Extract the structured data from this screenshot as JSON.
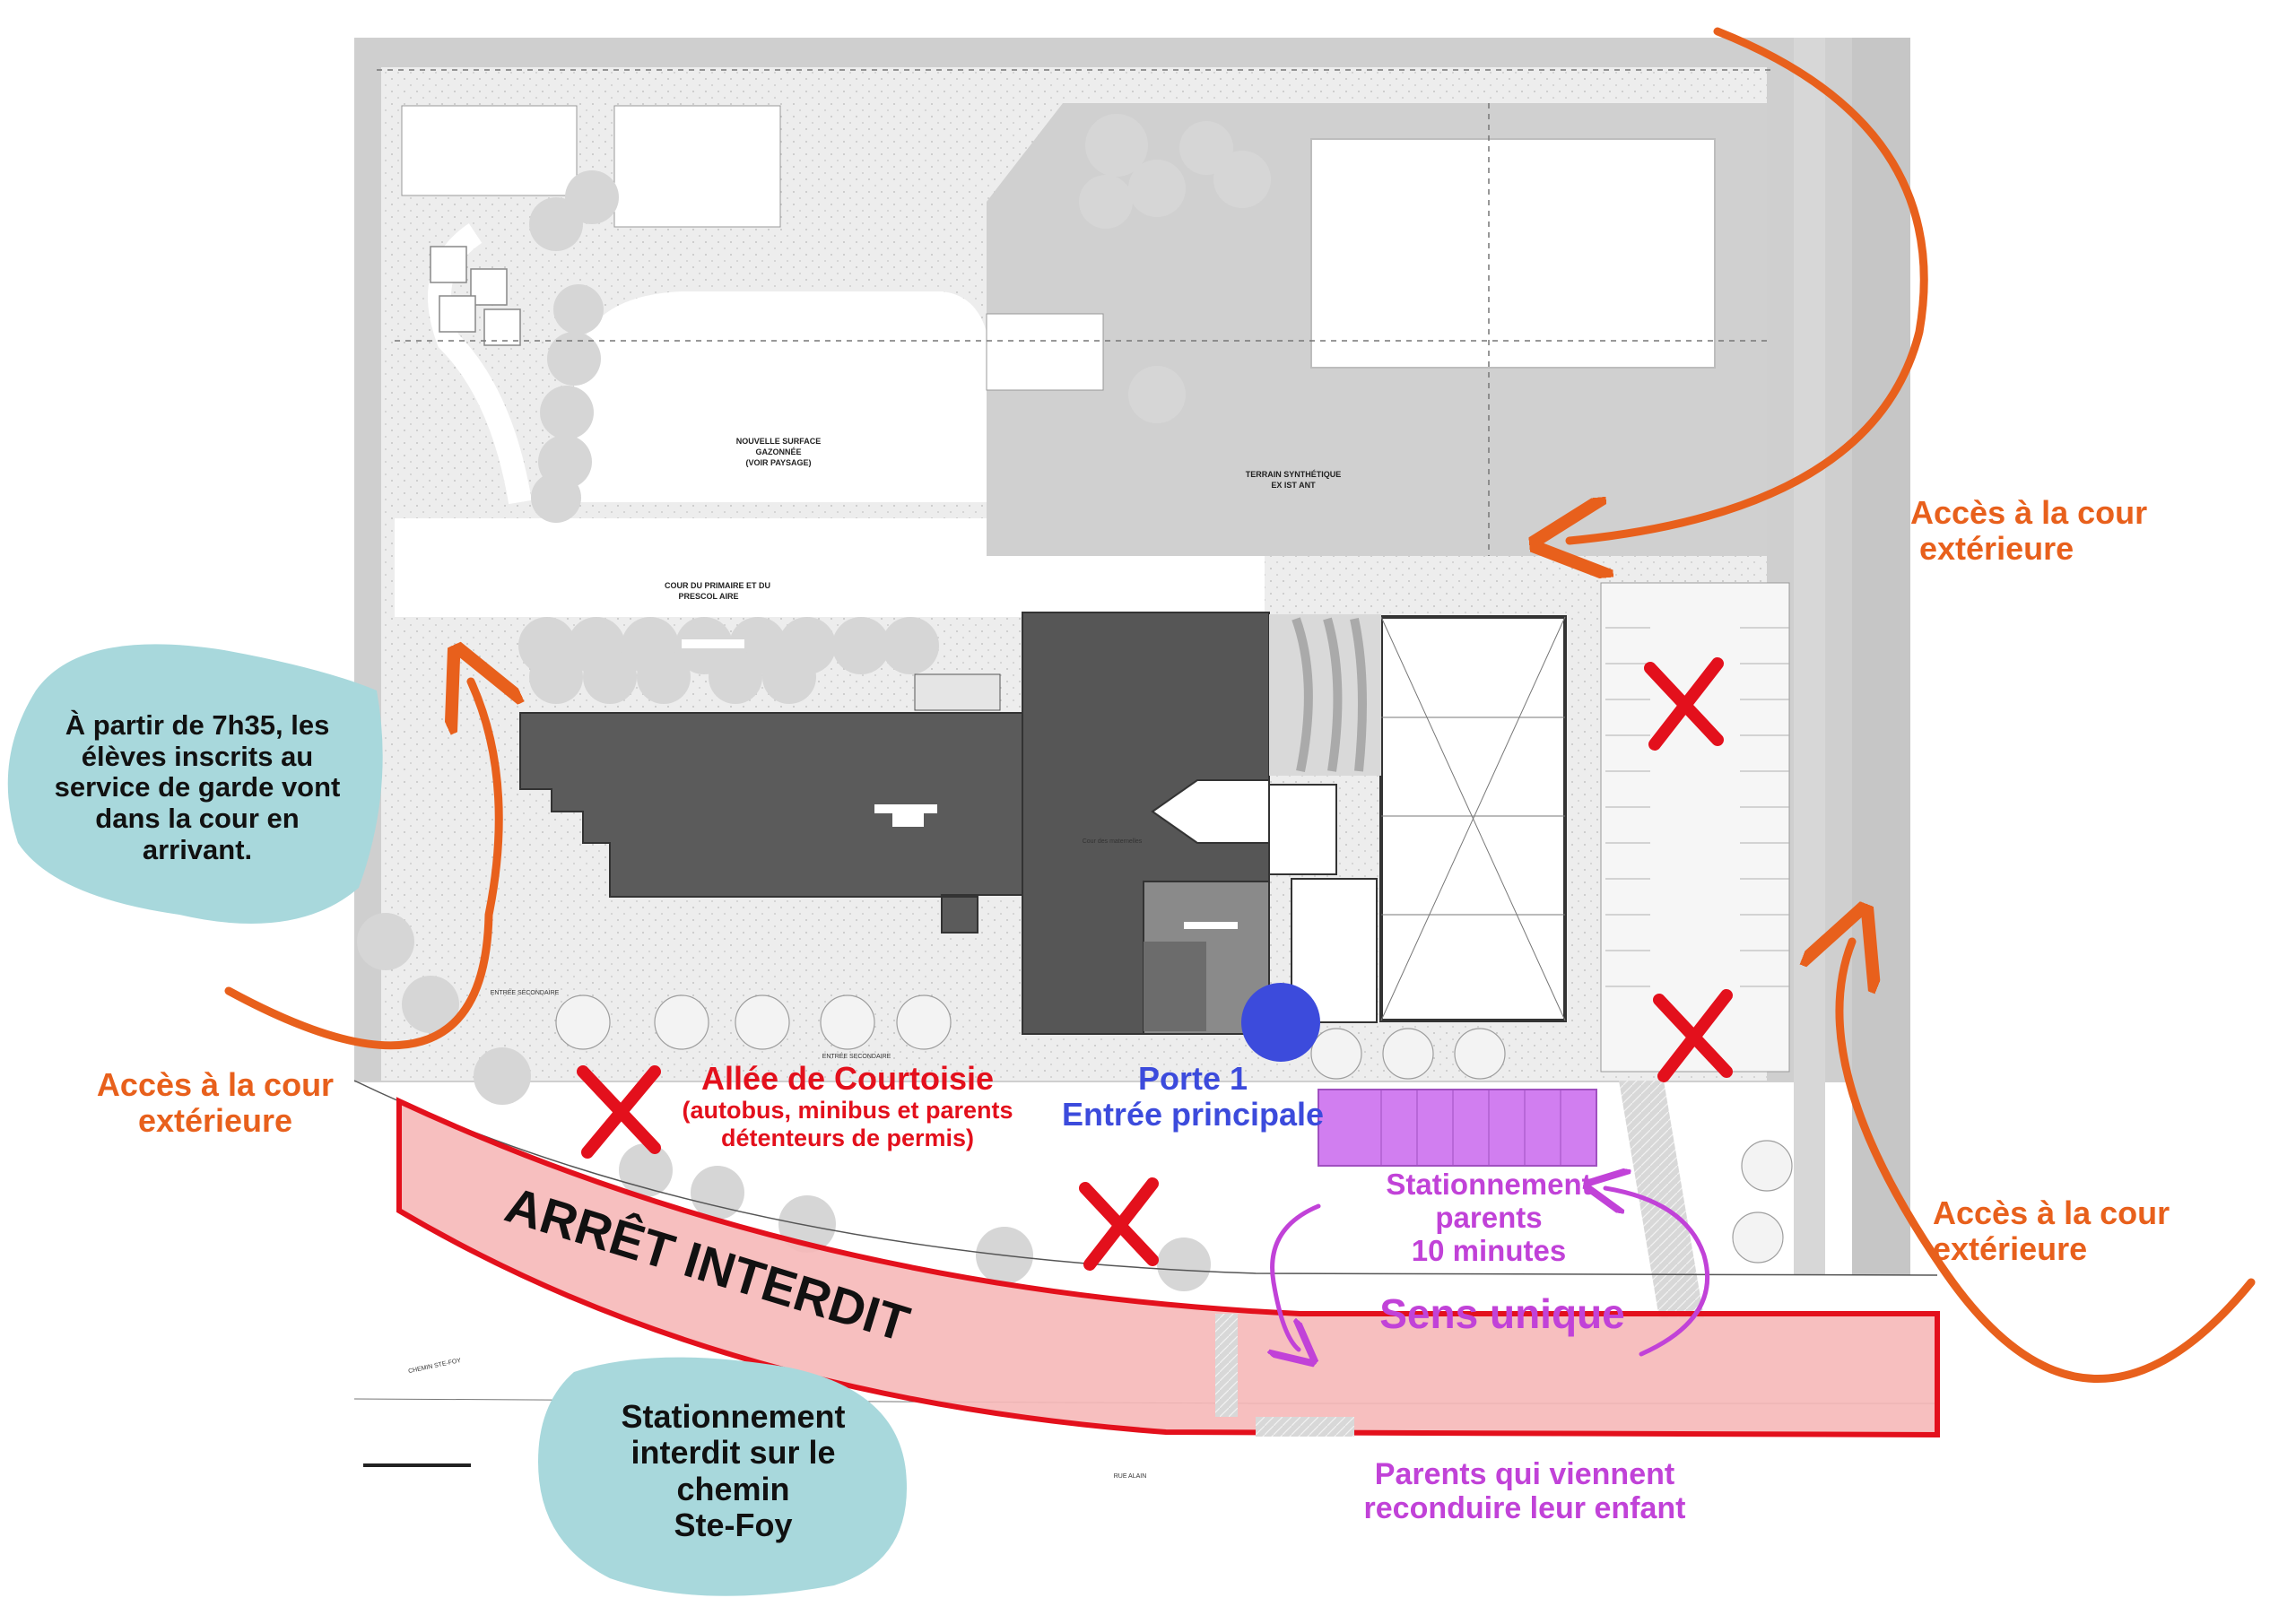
{
  "colors": {
    "orange": "#e8601c",
    "red": "#e3101c",
    "blue": "#3c4bdc",
    "magenta": "#c142d8",
    "purple_fill": "#d17ef0",
    "bubble": "#a8d8dc",
    "building": "#555555",
    "gray_area": "#c9c9c9",
    "pink_zone": "#f6b8b8"
  },
  "plan_labels": {
    "lawn": [
      "NOUVELLE SURFACE",
      "GAZONNÉE",
      "(VOIR PAYSAGE)"
    ],
    "field": [
      "TERRAIN SYNTHÉTIQUE",
      "EX IST ANT"
    ],
    "yard": [
      "COUR DU PRIMAIRE ET DU",
      "PRESCOL AIRE"
    ],
    "cour_maternelles": "Cour des maternelles",
    "entree_secondaire_1": "ENTRÉE SECONDAIRE",
    "entree_secondaire_2": "ENTRÉE SECONDAIRE",
    "chemin": "CHEMIN STE-FOY",
    "rue": "RUE ALAIN"
  },
  "annotations": {
    "acces_top_right": [
      "Accès à la cour",
      "extérieure"
    ],
    "acces_left": [
      "Accès à la cour",
      "extérieure"
    ],
    "acces_bottom_right": [
      "Accès à la cour",
      "extérieure"
    ],
    "service_garde": [
      "À partir de 7h35, les",
      "élèves inscrits au",
      "service de garde vont",
      "dans la cour en",
      "arrivant."
    ],
    "allee_title": "Allée de Courtoisie",
    "allee_sub": [
      "(autobus, minibus et parents",
      "détenteurs de permis)"
    ],
    "porte": "Porte 1",
    "entree": "Entrée principale",
    "stationnement_parents": [
      "Stationnement",
      "parents",
      "10 minutes"
    ],
    "sens_unique": "Sens unique",
    "arret_interdit": "ARRÊT INTERDIT",
    "stationnement_interdit": [
      "Stationnement",
      "interdit sur le",
      "chemin",
      "Ste-Foy"
    ],
    "parents_reconduire": [
      "Parents qui viennent",
      "reconduire leur enfant"
    ]
  }
}
